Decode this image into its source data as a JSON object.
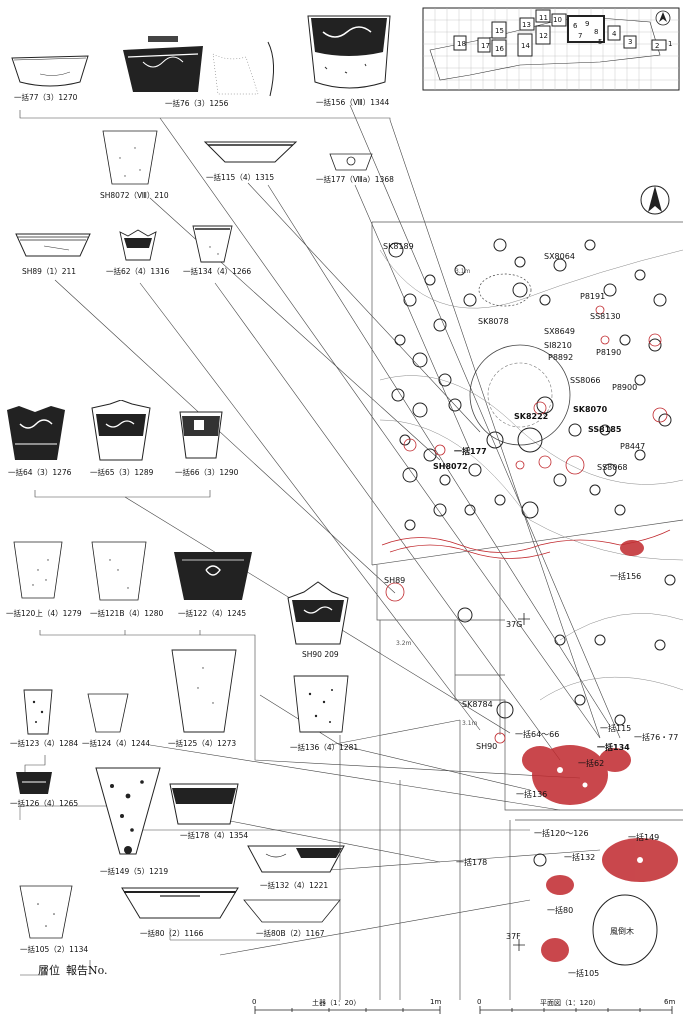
{
  "pottery_captions": [
    "一括77（3）1270",
    "一括76（3）1256",
    "一括156（Ⅷ）1344",
    "SH8072（Ⅷ）210",
    "一括115（4）1315",
    "一括177（Ⅷa）1368",
    "SH89（1）211",
    "一括62（4）1316",
    "一括134（4）1266",
    "一括64（3）1276",
    "一括65（3）1289",
    "一括66（3）1290",
    "一括120上（4）1279",
    "一括121B（4）1280",
    "一括122（4）1245",
    "SH90 209",
    "一括136（4）1281",
    "一括123（4）1284",
    "一括124（4）1244",
    "一括125（4）1273",
    "一括126（4）1265",
    "一括149（5）1219",
    "一括178（4）1354",
    "一括132（4）1221",
    "一括105（2）1134",
    "一括80（2）1166",
    "一括80B（2）1167"
  ],
  "legend": {
    "layer": "層位",
    "report": "報告No."
  },
  "plan_labels": {
    "sk8189": "SK8189",
    "sx8064": "SX8064",
    "p8191": "P8191",
    "ss8130": "SS8130",
    "sk8078": "SK8078",
    "sx8649": "SX8649",
    "si8210": "SI8210",
    "p8190": "P8190",
    "p8892": "P8892",
    "ss8066": "SS8066",
    "p8900": "P8900",
    "sk8222": "SK8222",
    "sk8070": "SK8070",
    "ss8185": "SS8185",
    "p8447": "P8447",
    "ss8068": "SS8068",
    "sh8072": "SH8072",
    "g177": "一括177",
    "g156": "一括156",
    "sh89": "SH89",
    "sk8784": "SK8784",
    "sh90": "SH90",
    "g64_66": "一括64～66",
    "g115": "一括115",
    "g134": "一括134",
    "g76_77": "一括76・77",
    "g62": "一括62",
    "g136": "一括136",
    "g120_126": "一括120～126",
    "g149": "一括149",
    "g132": "一括132",
    "g178": "一括178",
    "g80": "一括80",
    "g105": "一括105",
    "windfall": "風倒木",
    "grid37g": "37G",
    "grid37f": "37F",
    "elev31a": "3.1m",
    "elev32": "3.2m",
    "elev31b": "3.1m"
  },
  "keymap_numbers": [
    "18",
    "17",
    "15",
    "16",
    "14",
    "13",
    "11",
    "10",
    "12",
    "9",
    "8",
    "7",
    "6",
    "5",
    "4",
    "3",
    "2",
    "1"
  ],
  "scales": {
    "pottery": {
      "title": "土器（1：20）",
      "min": "0",
      "max": "1m"
    },
    "plan": {
      "title": "平面図（1：120）",
      "min": "0",
      "max": "6m"
    }
  },
  "colors": {
    "ink": "#111111",
    "artifact_red": "#c0282d",
    "line_gray": "#777777"
  }
}
